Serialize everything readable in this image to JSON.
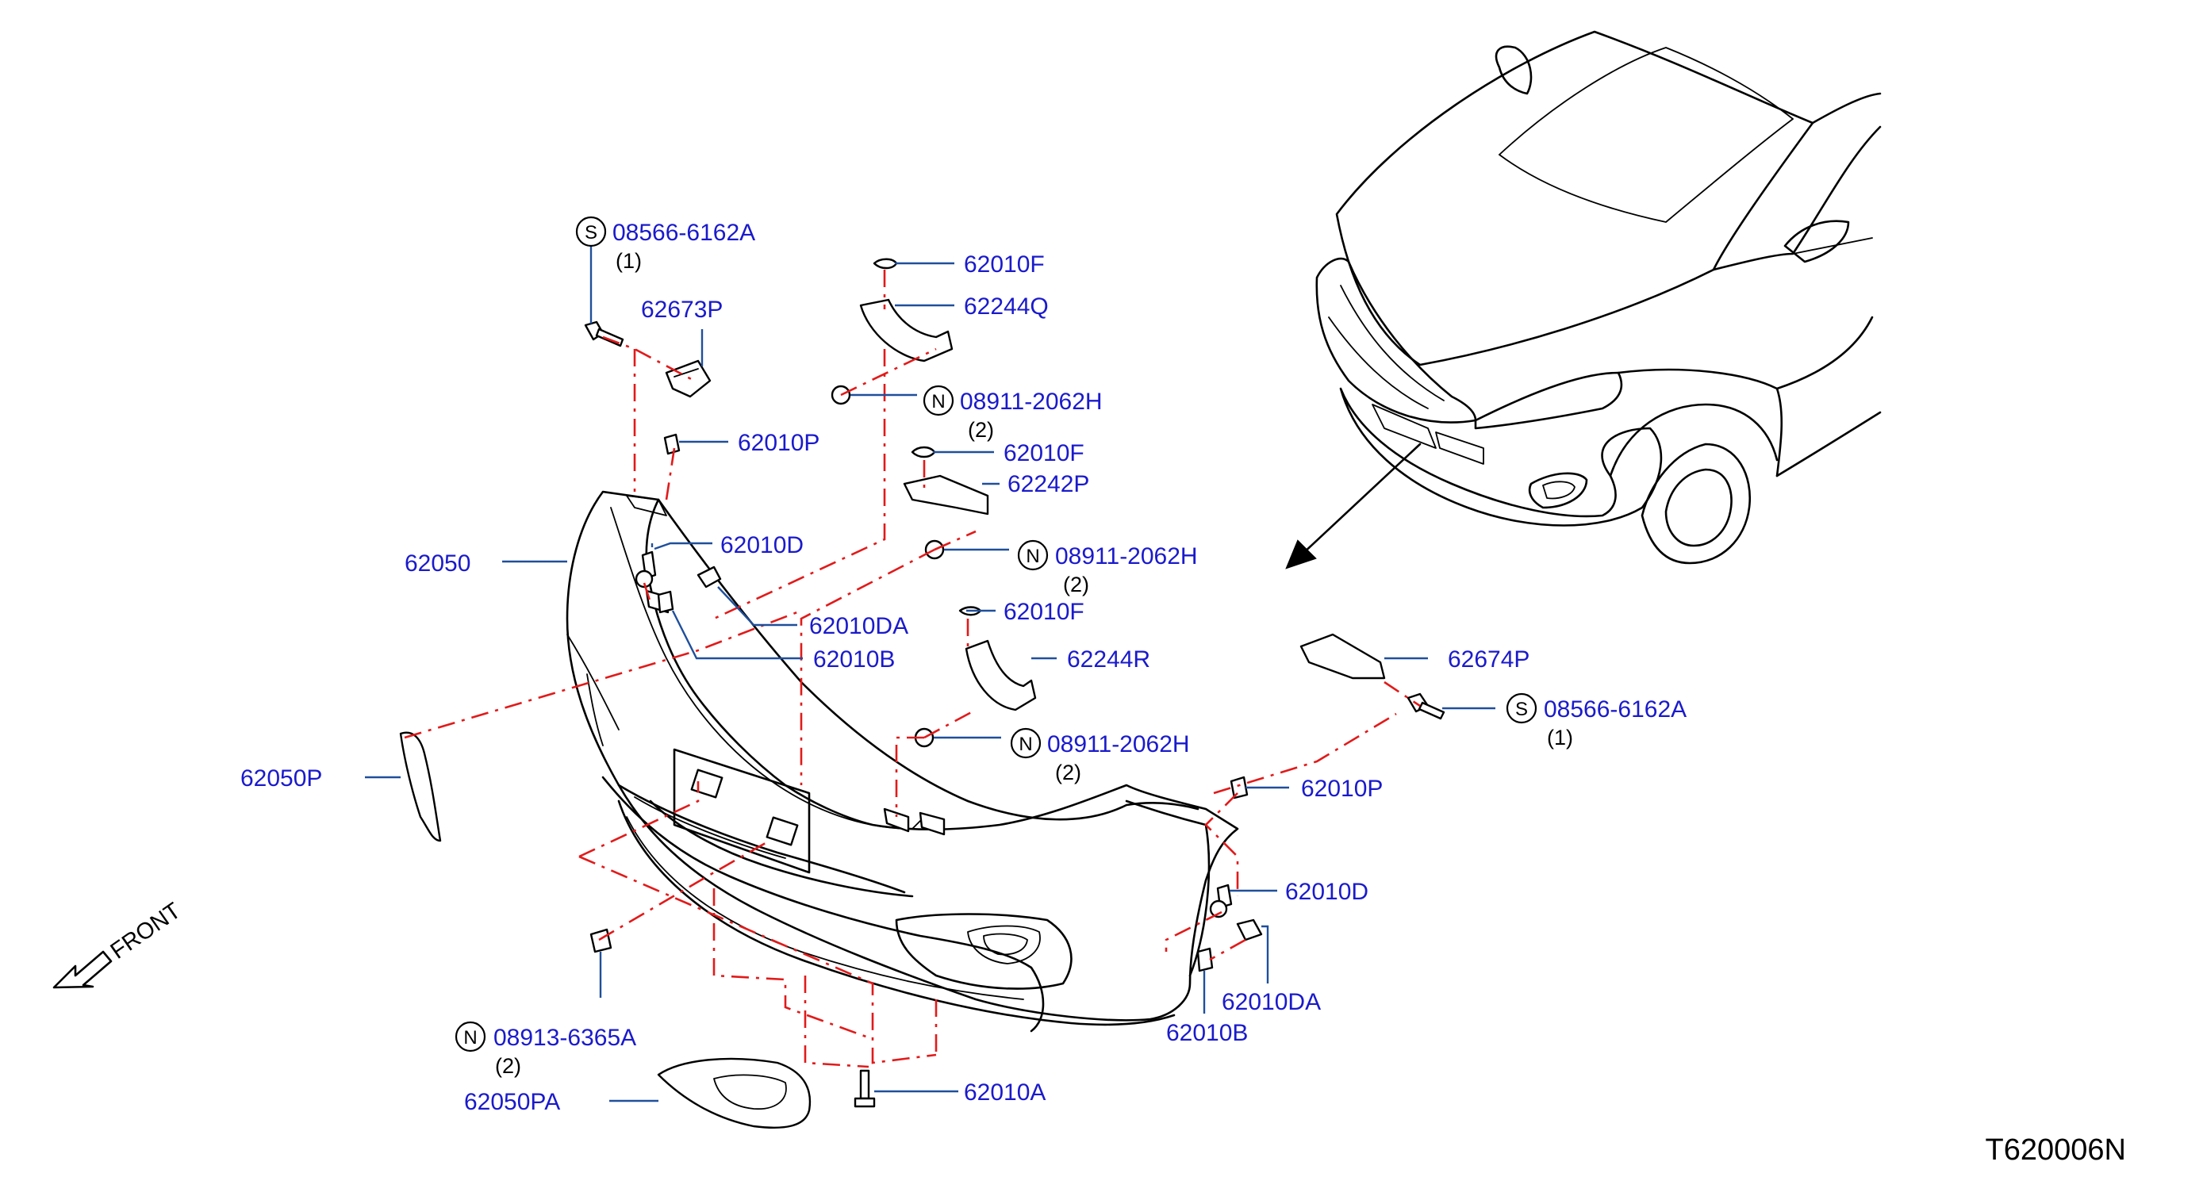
{
  "diagram_code": "T620006N",
  "front_label": "FRONT",
  "parts": {
    "p1": {
      "number": "08566-6162A",
      "symbol": "S",
      "qty": "(1)"
    },
    "p2": {
      "number": "62673P"
    },
    "p3": {
      "number": "62010P"
    },
    "p4": {
      "number": "62010F"
    },
    "p5": {
      "number": "62244Q"
    },
    "p6": {
      "number": "08911-2062H",
      "symbol": "N",
      "qty": "(2)"
    },
    "p7": {
      "number": "62010F"
    },
    "p8": {
      "number": "62242P"
    },
    "p9": {
      "number": "08911-2062H",
      "symbol": "N",
      "qty": "(2)"
    },
    "p10": {
      "number": "62010D"
    },
    "p11": {
      "number": "62050"
    },
    "p12": {
      "number": "62010DA"
    },
    "p13": {
      "number": "62010F"
    },
    "p14": {
      "number": "62010B"
    },
    "p15": {
      "number": "62244R"
    },
    "p16": {
      "number": "62674P"
    },
    "p17": {
      "number": "08566-6162A",
      "symbol": "S",
      "qty": "(1)"
    },
    "p18": {
      "number": "08911-2062H",
      "symbol": "N",
      "qty": "(2)"
    },
    "p19": {
      "number": "62050P"
    },
    "p20": {
      "number": "62010P"
    },
    "p21": {
      "number": "62010D"
    },
    "p22": {
      "number": "62010DA"
    },
    "p23": {
      "number": "62010B"
    },
    "p24": {
      "number": "08913-6365A",
      "symbol": "N",
      "qty": "(2)"
    },
    "p25": {
      "number": "62050PA"
    },
    "p26": {
      "number": "62010A"
    }
  },
  "colors": {
    "part_number_text": "#1a1acc",
    "leader_line": "#1f4f9c",
    "assembly_line": "#e21a1a",
    "outline": "#000000"
  }
}
